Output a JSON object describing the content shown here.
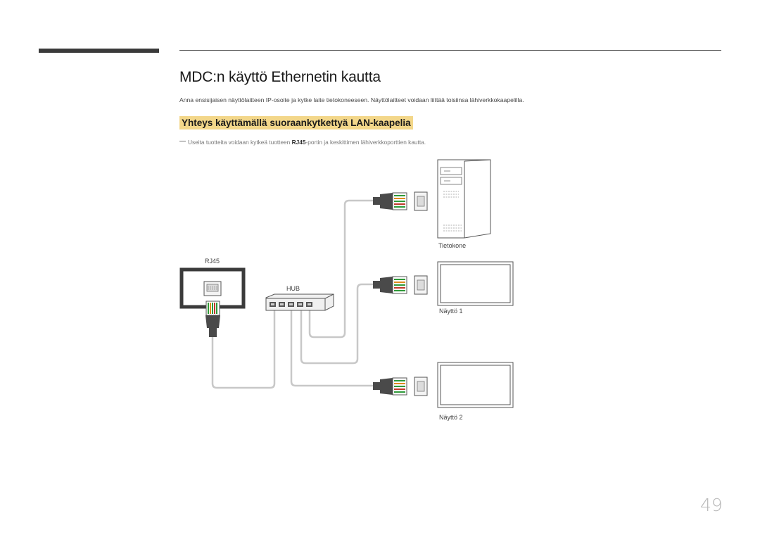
{
  "page": {
    "title": "MDC:n käyttö Ethernetin kautta",
    "intro": "Anna ensisijaisen näyttölaitteen IP-osoite ja kytke laite tietokoneeseen. Näyttölaitteet voidaan liittää toisiinsa lähiverkkokaapelilla.",
    "subheading": "Yhteys käyttämällä suoraankytkettyä LAN-kaapelia",
    "note_before": "Useita tuotteita voidaan kytkeä tuotteen ",
    "note_bold": "RJ45",
    "note_after": "-portin ja keskittimen lähiverkkoporttien kautta.",
    "page_number": "49"
  },
  "diagram": {
    "rj45_label": "RJ45",
    "hub_label": "HUB",
    "computer_label": "Tietokone",
    "display1_label": "Näyttö 1",
    "display2_label": "Näyttö 2"
  },
  "colors": {
    "highlight": "#f3d78a",
    "cable": "#c8c8c8",
    "plug_dark": "#4a4a4a",
    "pin_green": "#2f9a3a",
    "pin_red": "#c0392b",
    "pin_orange": "#e08a1e"
  }
}
